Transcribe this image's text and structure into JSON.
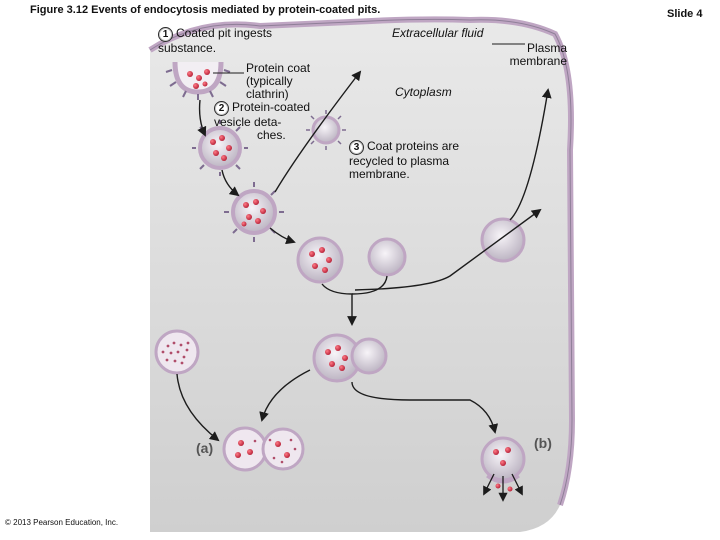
{
  "figure_title": "Figure 3.12 Events of endocytosis mediated by protein-coated pits.",
  "slide_label": "Slide 4",
  "copyright": "© 2013 Pearson Education, Inc.",
  "regions": {
    "extracellular": "Extracellular fluid",
    "plasma_membrane_line1": "Plasma",
    "plasma_membrane_line2": "membrane",
    "cytoplasm": "Cytoplasm"
  },
  "steps": [
    {
      "num": "1",
      "text_line1": "Coated pit ingests",
      "text_line2": "substance."
    },
    {
      "num": "2",
      "text_line1": "Protein-coated",
      "text_line2": "vesicle deta-",
      "text_line3": "ches."
    },
    {
      "num": "3",
      "text_line1": "Coat proteins are",
      "text_line2": "recycled to plasma",
      "text_line3": "membrane."
    }
  ],
  "protein_coat": {
    "line1": "Protein coat",
    "line2": "(typically",
    "line3": "clathrin)"
  },
  "panel_labels": {
    "a": "(a)",
    "b": "(b)"
  },
  "colors": {
    "cytoplasm": "#dcdcdc",
    "membrane": "#bfa6c3",
    "coat": "#7e6c90",
    "cargo": "#d6364d",
    "vesicle_inner": "#ece7ef",
    "arrow": "#1c1c1c"
  }
}
